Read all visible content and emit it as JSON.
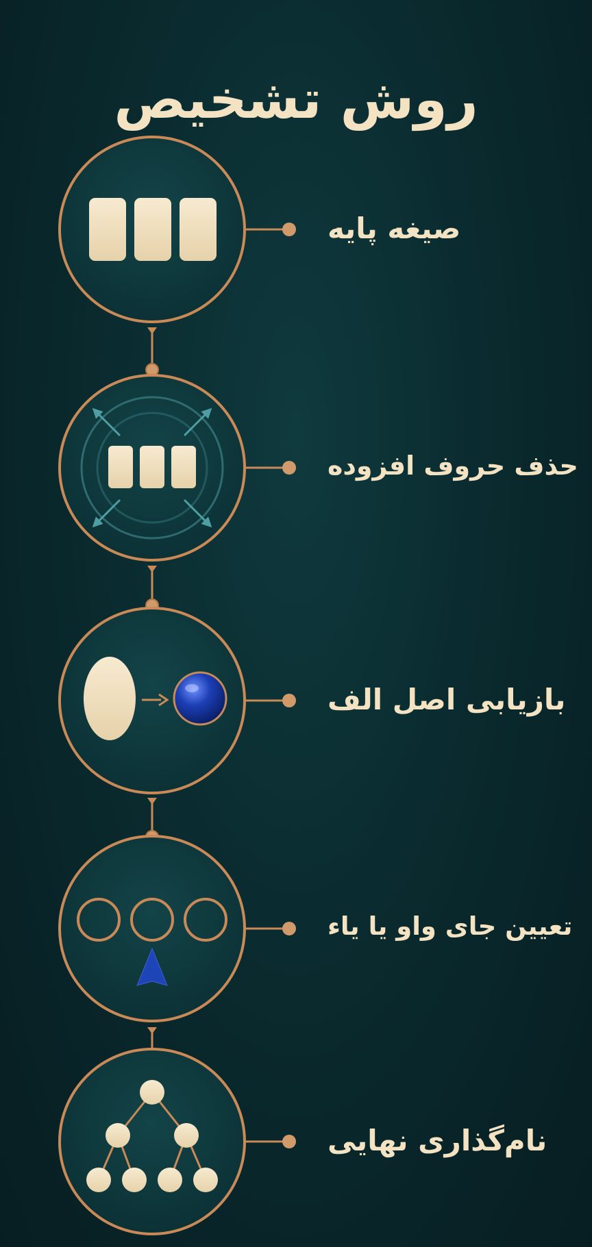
{
  "title": "روش تشخیص",
  "steps": [
    {
      "label": "صیغه پایه",
      "icon": "three-tiles-icon"
    },
    {
      "label": "حذف حروف افزوده",
      "icon": "tiles-with-arrows-icon"
    },
    {
      "label": "بازیابی اصل الف",
      "icon": "oval-to-sphere-icon"
    },
    {
      "label": "تعیین جای واو یا یاء",
      "icon": "three-rings-pointer-icon"
    },
    {
      "label": "نام‌گذاری نهایی",
      "icon": "tree-icon"
    }
  ],
  "colors": {
    "background": "#0a2b2f",
    "circle_fill": "#0f3c40",
    "copper": "#c98a58",
    "cream": "#f3e3c3",
    "teal_accent": "#4f9ea3",
    "blue": "#1e45b8"
  }
}
